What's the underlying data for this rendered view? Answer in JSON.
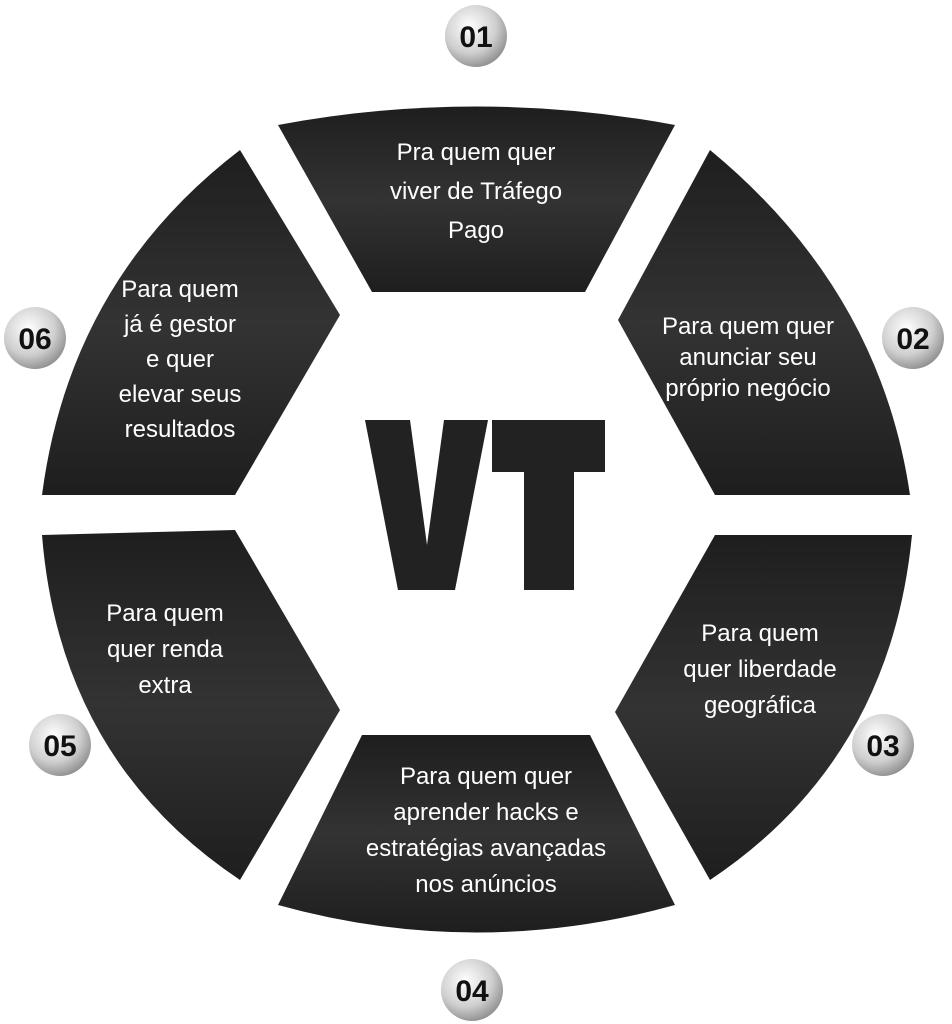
{
  "logo": {
    "text": "VT"
  },
  "colors": {
    "segment": "#2b2b2b",
    "text": "#ffffff",
    "badge": "#d8d8d8"
  },
  "segments": [
    {
      "number": "01",
      "lines": [
        "Pra quem quer",
        "viver de Tráfego",
        "Pago"
      ]
    },
    {
      "number": "02",
      "lines": [
        "Para quem quer",
        "anunciar seu",
        "próprio negócio"
      ]
    },
    {
      "number": "03",
      "lines": [
        "Para quem",
        "quer liberdade",
        "geográfica"
      ]
    },
    {
      "number": "04",
      "lines": [
        "Para quem quer",
        "aprender hacks e",
        "estratégias avançadas",
        "nos anúncios"
      ]
    },
    {
      "number": "05",
      "lines": [
        "Para quem",
        "quer renda",
        "extra"
      ]
    },
    {
      "number": "06",
      "lines": [
        "Para quem",
        "já é gestor",
        "e quer",
        "elevar seus",
        "resultados"
      ]
    }
  ]
}
